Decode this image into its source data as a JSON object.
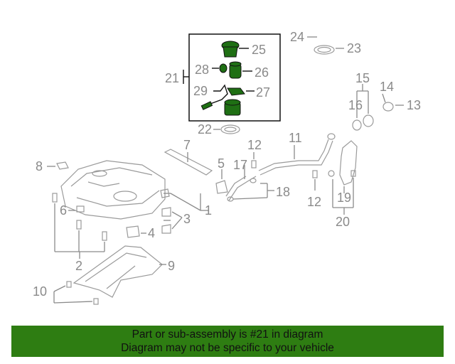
{
  "colors": {
    "banner_background": "#2e7d12",
    "highlight_part": "#1f6f14",
    "callout_gray": "#8a8a8a",
    "callout_highlight": "#111111"
  },
  "callouts": {
    "c1": "1",
    "c2": "2",
    "c3": "3",
    "c4": "4",
    "c5": "5",
    "c6": "6",
    "c7": "7",
    "c8": "8",
    "c9": "9",
    "c10": "10",
    "c11": "11",
    "c12a": "12",
    "c12b": "12",
    "c13": "13",
    "c14": "14",
    "c15": "15",
    "c16": "16",
    "c17": "17",
    "c18": "18",
    "c19": "19",
    "c20": "20",
    "c21": "21",
    "c22": "22",
    "c23": "23",
    "c24": "24",
    "c25": "25",
    "c26": "26",
    "c27": "27",
    "c28": "28",
    "c29": "29"
  },
  "banner": {
    "line1": "Part or sub-assembly is #21 in diagram",
    "line2": "Diagram may not be specific to your vehicle"
  }
}
